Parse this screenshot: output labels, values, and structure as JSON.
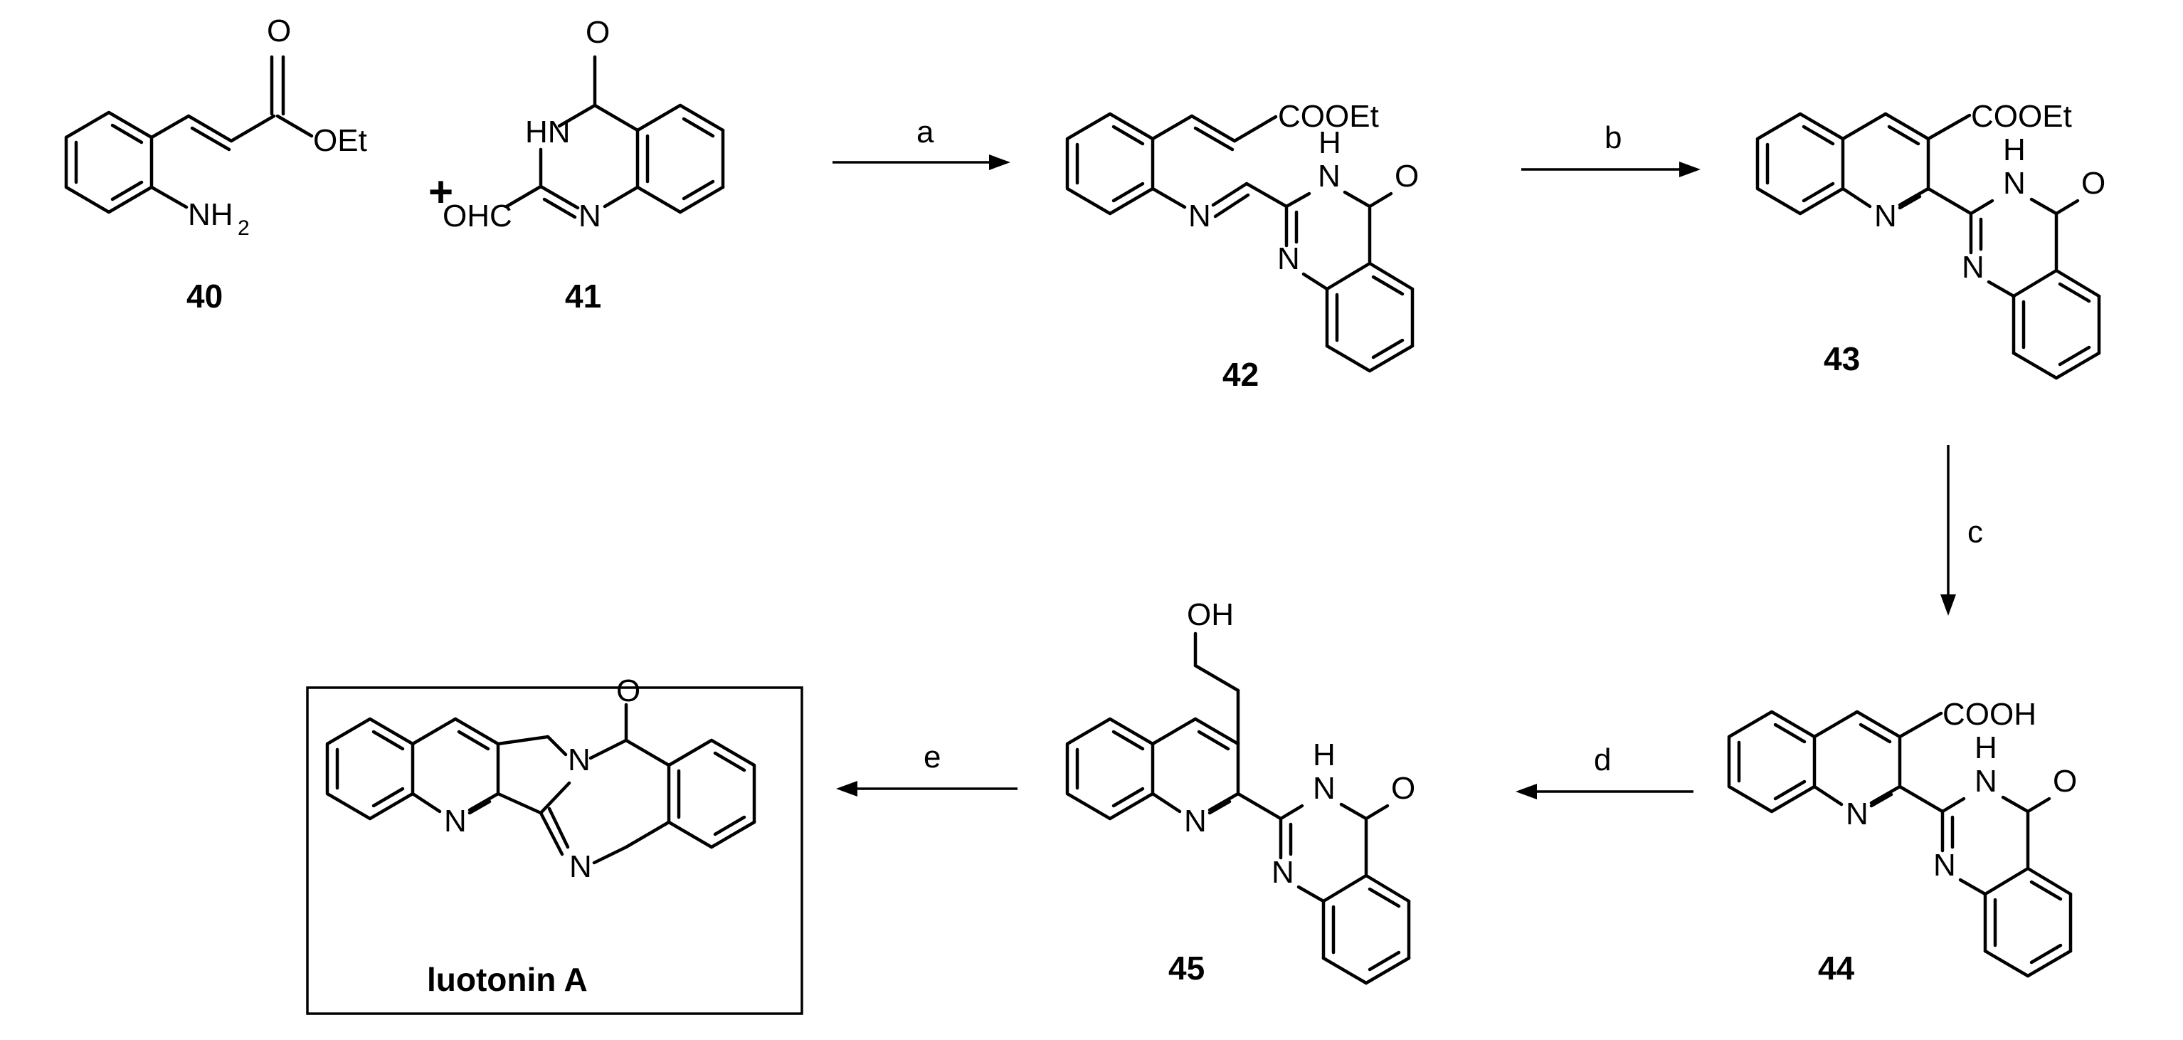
{
  "compounds": {
    "c40": {
      "label": "40",
      "groups": {
        "ester_o": "O",
        "ester_oet": "OEt",
        "amine_n": "NH",
        "amine_sub": "2"
      }
    },
    "c41": {
      "label": "41",
      "groups": {
        "carbonyl_o": "O",
        "nh": "HN",
        "n": "N",
        "cho": "OHC"
      }
    },
    "c42": {
      "label": "42",
      "groups": {
        "ester": "COOEt",
        "imine_n": "N",
        "h": "H",
        "n3": "N",
        "o": "O",
        "n1": "N"
      }
    },
    "c43": {
      "label": "43",
      "groups": {
        "ester": "COOEt",
        "qn": "N",
        "h": "H",
        "n3": "N",
        "o": "O",
        "n1": "N"
      }
    },
    "c44": {
      "label": "44",
      "groups": {
        "acid": "COOH",
        "qn": "N",
        "h": "H",
        "n3": "N",
        "o": "O",
        "n1": "N"
      }
    },
    "c45": {
      "label": "45",
      "groups": {
        "oh": "OH",
        "qn": "N",
        "h": "H",
        "n3": "N",
        "o": "O",
        "n1": "N"
      }
    },
    "luotonin": {
      "label": "luotonin A",
      "groups": {
        "o": "O",
        "n_ring": "N",
        "qn": "N",
        "n_low": "N"
      }
    }
  },
  "plus_sign": "+",
  "steps": {
    "a": "a",
    "b": "b",
    "c": "c",
    "d": "d",
    "e": "e"
  }
}
